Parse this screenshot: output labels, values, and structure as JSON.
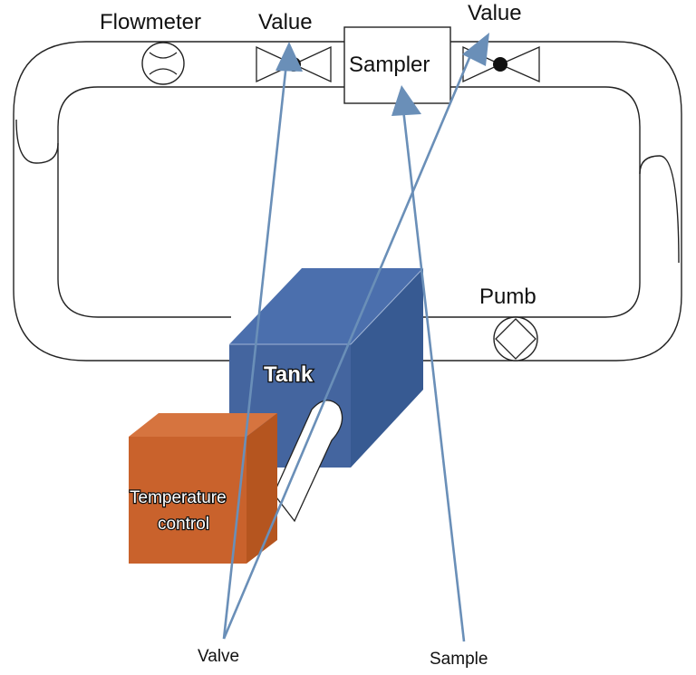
{
  "labels": {
    "flowmeter": "Flowmeter",
    "valve_left": "Value",
    "valve_right": "Value",
    "sampler": "Sampler",
    "pump": "Pumb",
    "tank": "Tank",
    "temperature_line1": "Temperature",
    "temperature_line2": "control",
    "callout_valve": "Valve",
    "callout_sample": "Sample"
  },
  "colors": {
    "tank_front": "#44659f",
    "tank_top": "#4b6fad",
    "tank_side": "#375a92",
    "temp_front": "#c9622c",
    "temp_top": "#d6743f",
    "temp_side": "#b5551f",
    "callout_line": "#6a8fb8",
    "pipe_stroke": "#222222"
  }
}
